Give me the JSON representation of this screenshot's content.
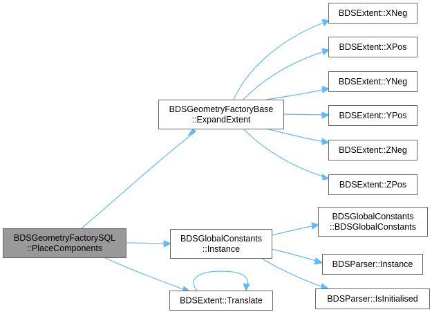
{
  "diagram": {
    "type": "call-graph",
    "nodes": {
      "root": [
        "BDSGeometryFactorySQL",
        "::PlaceComponents"
      ],
      "expand_extent": [
        "BDSGeometryFactoryBase",
        "::ExpandExtent"
      ],
      "xneg": [
        "BDSExtent::XNeg"
      ],
      "xpos": [
        "BDSExtent::XPos"
      ],
      "yneg": [
        "BDSExtent::YNeg"
      ],
      "ypos": [
        "BDSExtent::YPos"
      ],
      "zneg": [
        "BDSExtent::ZNeg"
      ],
      "zpos": [
        "BDSExtent::ZPos"
      ],
      "global_instance": [
        "BDSGlobalConstants",
        "::Instance"
      ],
      "global_ctor": [
        "BDSGlobalConstants",
        "::BDSGlobalConstants"
      ],
      "parser_instance": [
        "BDSParser::Instance"
      ],
      "parser_isinit": [
        "BDSParser::IsInitialised"
      ],
      "translate": [
        "BDSExtent::Translate"
      ]
    },
    "colors": {
      "edge": "#63b8ff",
      "node_border": "#666666",
      "root_fill": "#999999",
      "node_fill": "#ffffff"
    }
  }
}
